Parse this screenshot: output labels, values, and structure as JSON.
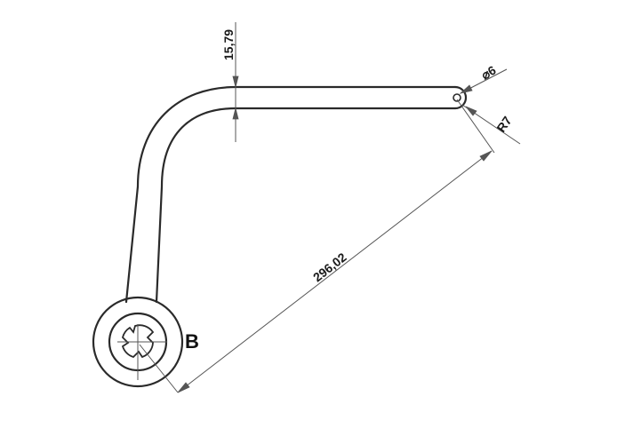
{
  "drawing": {
    "type": "technical-drawing",
    "subject": "bent lever arm",
    "dimensions": {
      "thickness": "15,79",
      "hole_diameter": "⌀6",
      "end_radius": "R7",
      "length": "296,02"
    },
    "labels": {
      "section": "B"
    },
    "colors": {
      "line": "#2a2a2a",
      "dimension_line": "#555555",
      "background": "#ffffff"
    }
  }
}
